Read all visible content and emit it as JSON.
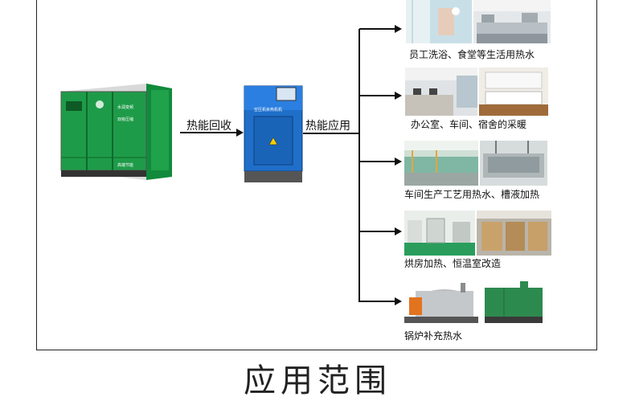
{
  "flow": {
    "recovery_label": "热能回收",
    "application_label": "热能应用",
    "compressor_text": [
      "水润变频",
      "双级压缩",
      "高端节能"
    ],
    "recovery_unit_text": "空压机余热机机"
  },
  "applications": [
    {
      "label": "员工洗浴、食堂等生活用热水",
      "icon": "shower-canteen-photo"
    },
    {
      "label": "办公室、车间、宿舍的采暖",
      "icon": "office-heating-photo"
    },
    {
      "label": "车间生产工艺用热水、槽液加热",
      "icon": "process-tank-photo"
    },
    {
      "label": "烘房加热、恒温室改造",
      "icon": "drying-room-photo"
    },
    {
      "label": "锅炉补充热水",
      "icon": "boiler-photo"
    }
  ],
  "bottom_title": "应用范围",
  "colors": {
    "compressor_green": "#1e9b48",
    "unit_blue": "#1f6fc9",
    "line": "#111111"
  }
}
